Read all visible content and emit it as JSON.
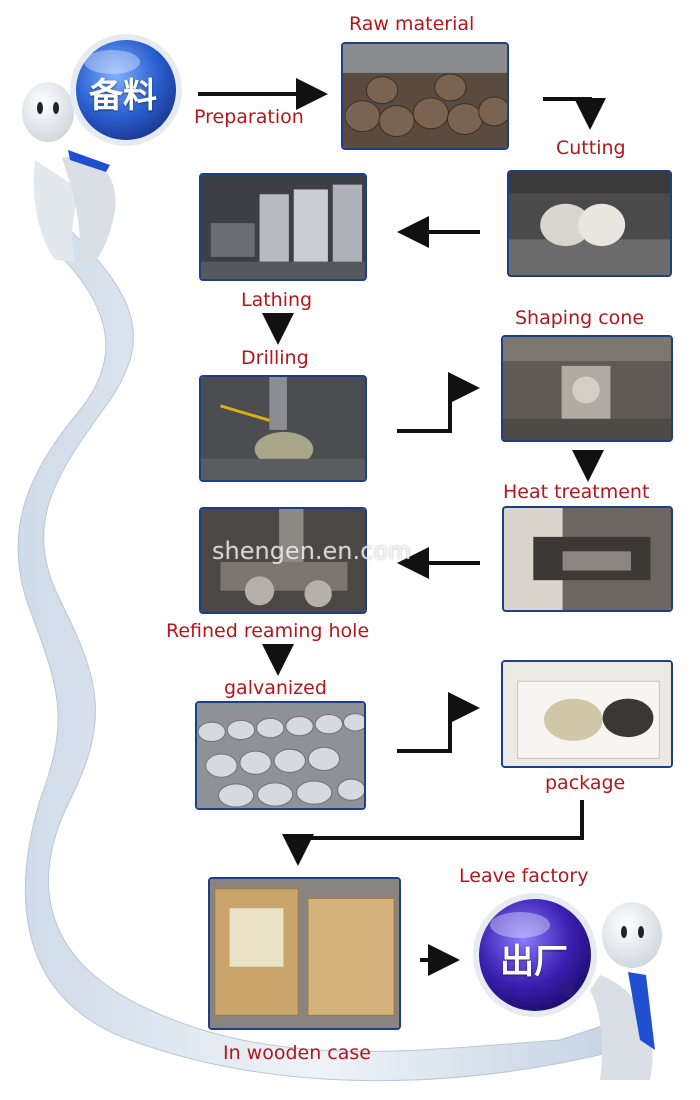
{
  "badges": {
    "start": "备料",
    "end": "出厂"
  },
  "steps": {
    "preparation": "Preparation",
    "raw_material": "Raw material",
    "cutting": "Cutting",
    "lathing": "Lathing",
    "drilling": "Drilling",
    "shaping_cone": "Shaping cone",
    "heat_treatment": "Heat treatment",
    "refined_reaming_hole": "Refined reaming hole",
    "galvanized": "galvanized",
    "package": "package",
    "in_wooden_case": "In wooden case",
    "leave_factory": "Leave factory"
  },
  "watermark": "shengen.en.com",
  "colors": {
    "label": "#b5161b",
    "photo_border": "#1d3f8a",
    "badge_blue": "#2a5fd0",
    "badge_purple": "#3a1fb0"
  }
}
